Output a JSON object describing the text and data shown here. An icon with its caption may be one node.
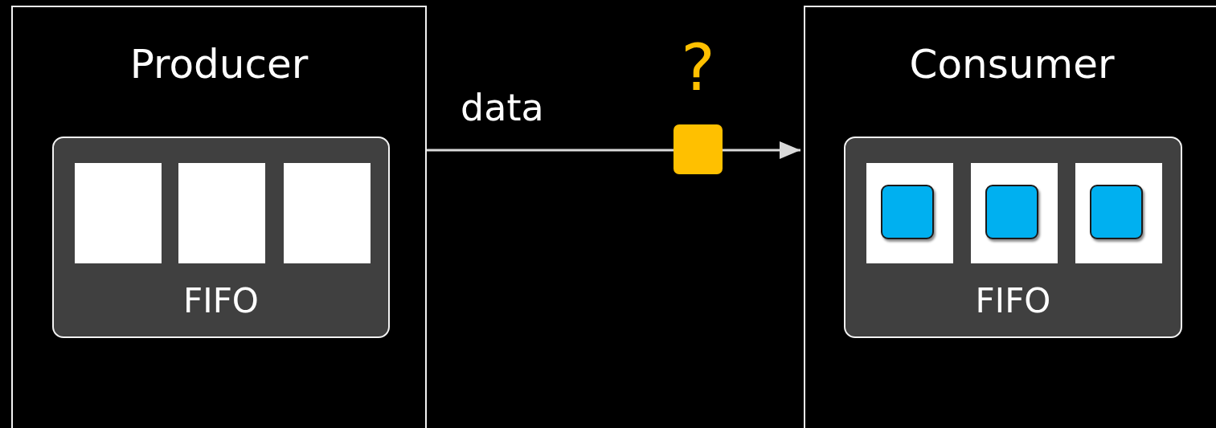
{
  "diagram": {
    "nodes": [
      {
        "text": [
          "Producer"
        ]
      },
      {
        "text": [
          "FIFO"
        ],
        "in": 0
      },
      {
        "text": [],
        "shape": "box",
        "in": 1
      },
      {
        "text": [],
        "shape": "box",
        "in": 1
      },
      {
        "text": [],
        "shape": "box",
        "in": 1
      },
      {
        "text": [],
        "shape": "box",
        "beside": [
          "?"
        ]
      },
      {
        "text": [
          "Consumer"
        ]
      },
      {
        "text": [
          "FIFO"
        ],
        "in": 6
      },
      {
        "text": [],
        "shape": "box",
        "in": 7
      },
      {
        "text": [],
        "shape": "box",
        "in": 7
      },
      {
        "text": [],
        "shape": "box",
        "in": 7
      },
      {
        "text": [],
        "shape": "box",
        "in": 8
      },
      {
        "text": [],
        "shape": "box",
        "in": 9
      },
      {
        "text": [],
        "shape": "box",
        "in": 10
      }
    ],
    "edges": [
      {
        "from": 0,
        "to": 5,
        "arrow": "none",
        "label": "data"
      },
      {
        "from": 5,
        "to": 6,
        "arrow": "to"
      }
    ]
  }
}
